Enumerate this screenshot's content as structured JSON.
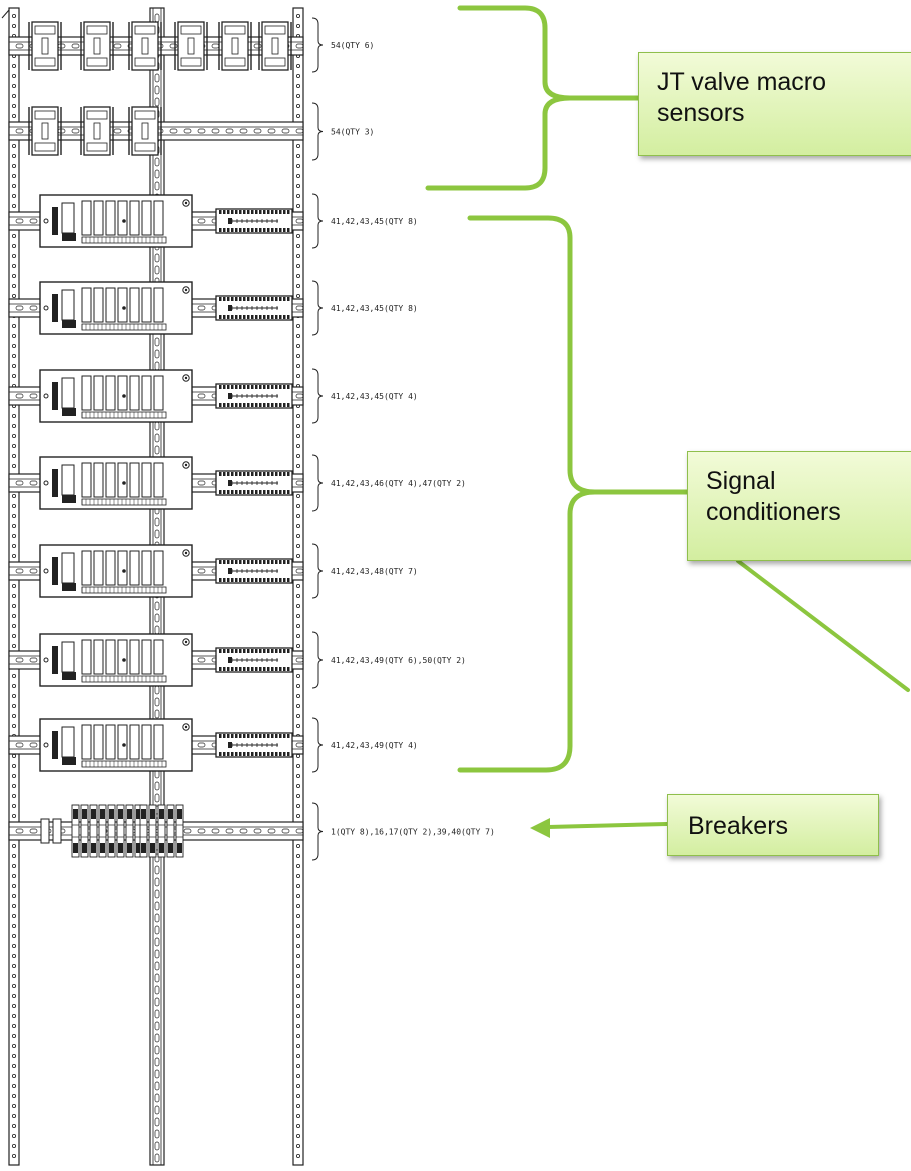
{
  "annotations": {
    "jt_valve": "JT valve macro sensors",
    "signal_conditioners": "Signal conditioners",
    "breakers": "Breakers"
  },
  "rails": [
    {
      "label": "54(QTY 6)"
    },
    {
      "label": "54(QTY 3)"
    },
    {
      "label": "41,42,43,45(QTY 8)"
    },
    {
      "label": "41,42,43,45(QTY 8)"
    },
    {
      "label": "41,42,43,45(QTY 4)"
    },
    {
      "label": "41,42,43,46(QTY 4),47(QTY 2)"
    },
    {
      "label": "41,42,43,48(QTY 7)"
    },
    {
      "label": "41,42,43,49(QTY 6),50(QTY 2)"
    },
    {
      "label": "41,42,43,49(QTY 4)"
    },
    {
      "label": "1(QTY 8),16,17(QTY 2),39,40(QTY 7)"
    }
  ],
  "colors": {
    "annotation_green": "#8cc63f",
    "line": "#222222"
  }
}
